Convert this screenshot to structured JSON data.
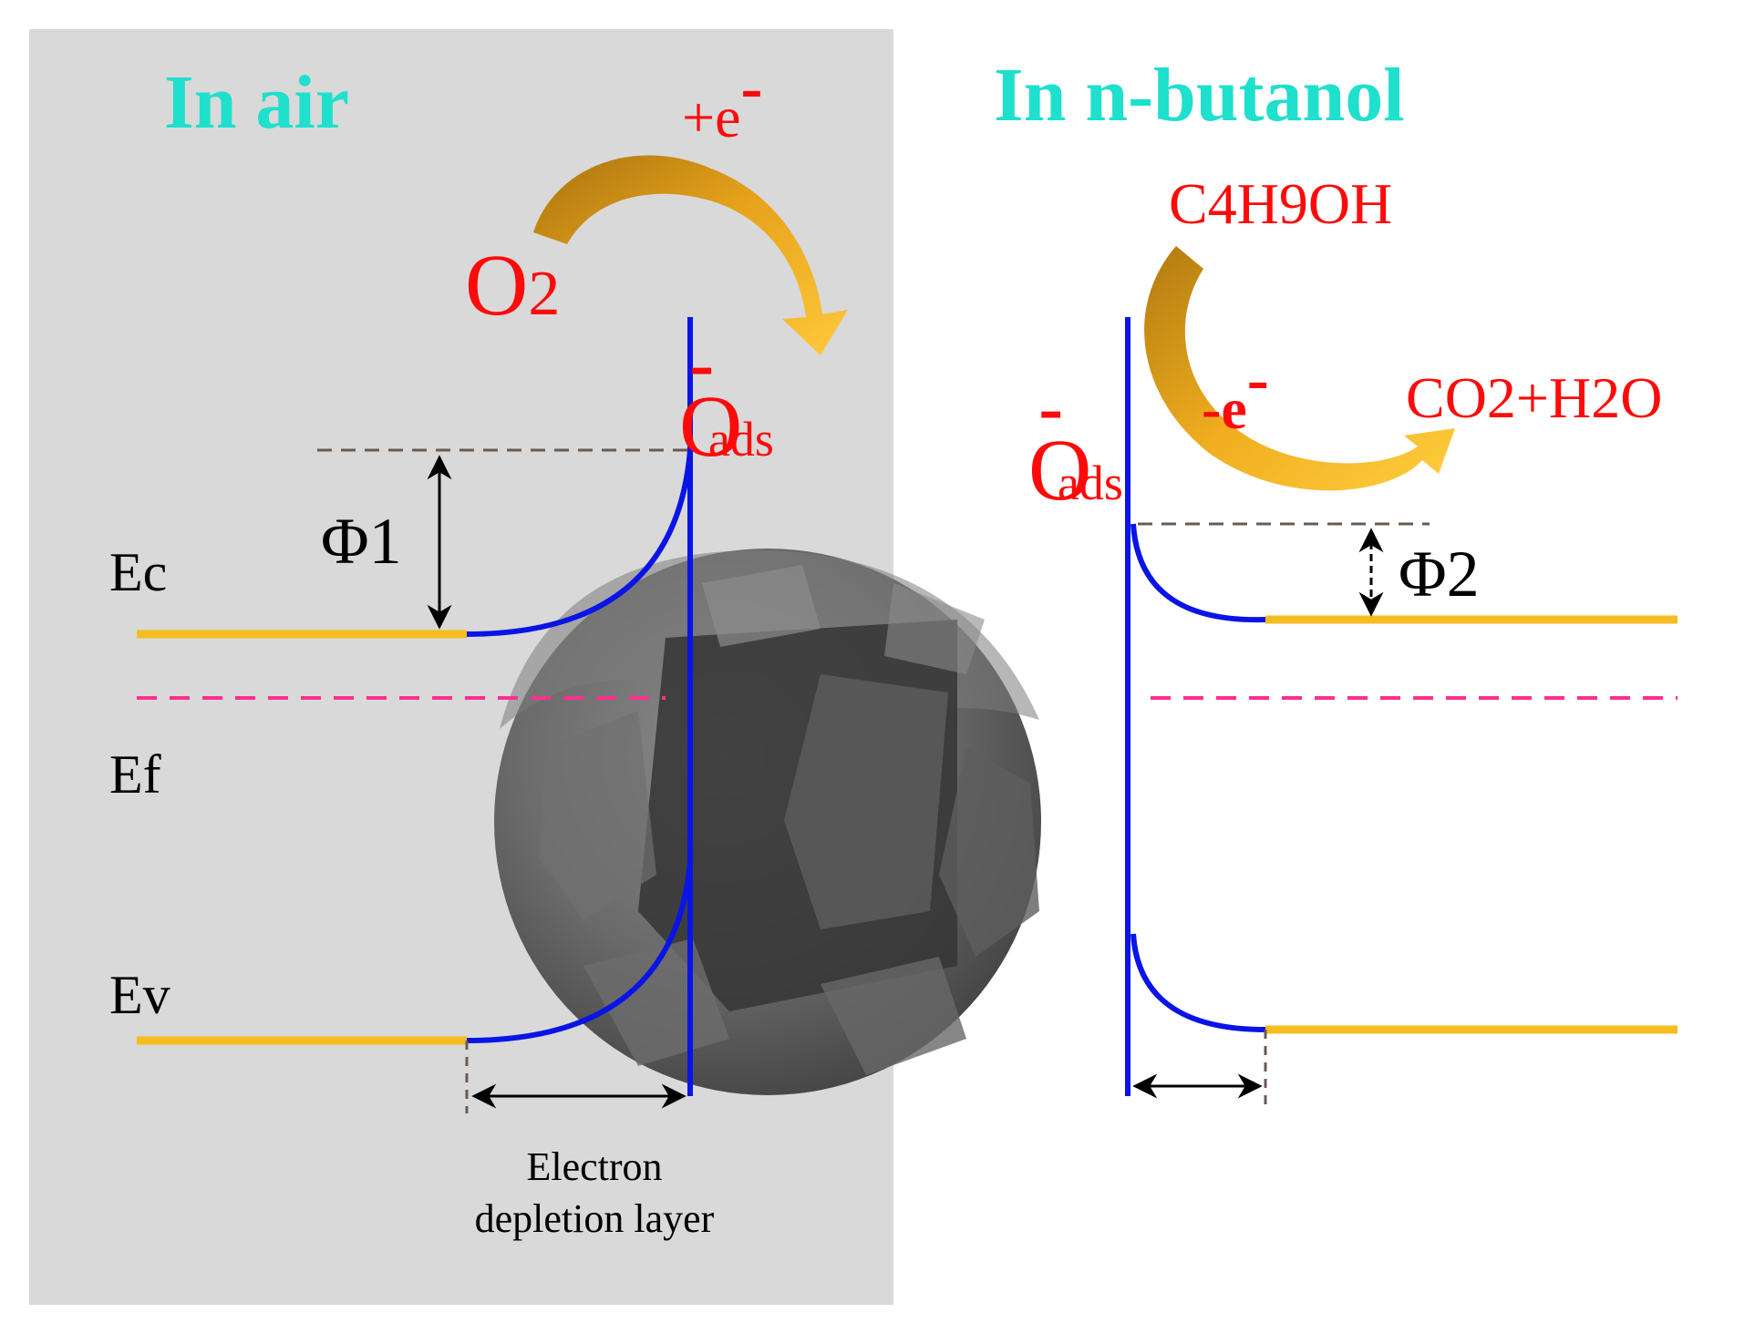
{
  "left_panel": {
    "title": "In air",
    "electron_gain": "+e",
    "electron_sup": "-",
    "gas": "O",
    "gas_sub": "2",
    "adsorbed": "O",
    "adsorbed_sup": "-",
    "adsorbed_sub": "ads",
    "barrier": "Φ1",
    "depletion_label_line1": "Electron",
    "depletion_label_line2": "depletion layer"
  },
  "right_panel": {
    "title": "In n-butanol",
    "reactant": "C4H9OH",
    "electron_loss": "-e",
    "electron_sup": "-",
    "products": "CO2+H2O",
    "adsorbed": "O",
    "adsorbed_sup": "-",
    "adsorbed_sub": "ads",
    "barrier": "Φ2"
  },
  "band_labels": {
    "conduction": "Ec",
    "fermi": "Ef",
    "valence": "Ev"
  },
  "colors": {
    "title": "#1fe0cc",
    "reaction_text": "#ff0a0a",
    "band_line": "#f5bd1f",
    "band_bend": "#0a14e6",
    "fermi_level": "#ff2f8f",
    "arrow": "#f2a51a",
    "left_background": "#d9d9d9"
  }
}
